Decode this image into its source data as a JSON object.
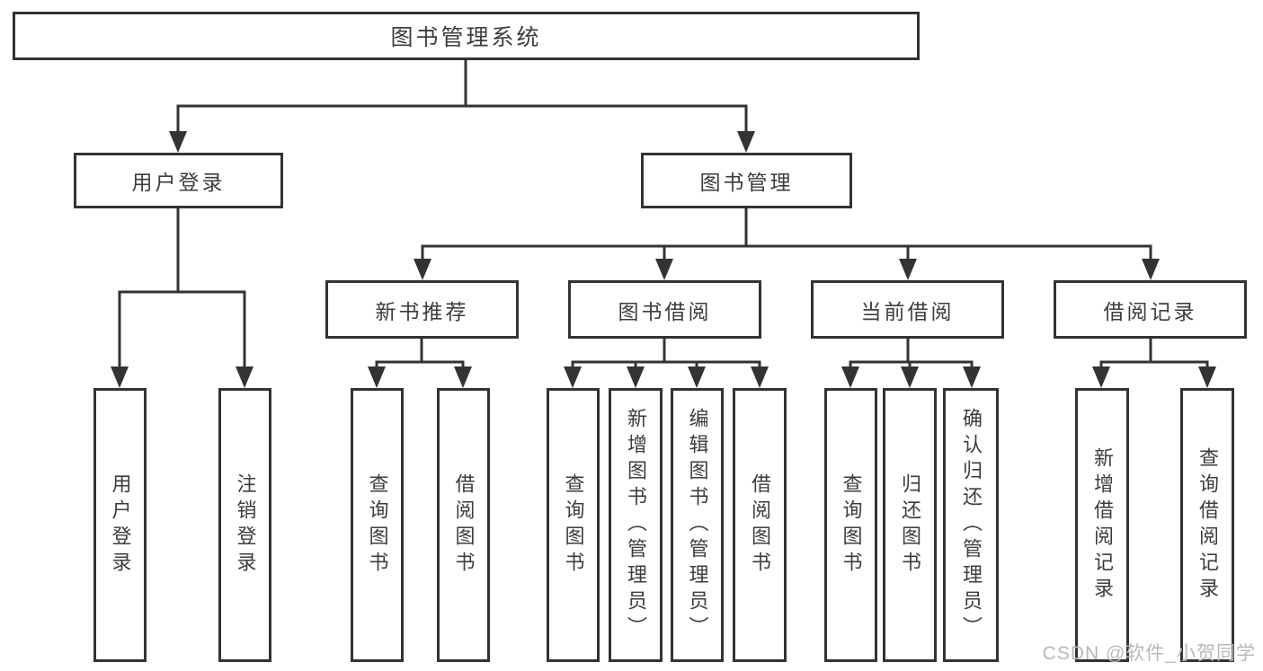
{
  "diagram": {
    "root": {
      "label": "图书管理系统"
    },
    "level1": [
      {
        "id": "user-login",
        "label": "用户登录"
      },
      {
        "id": "book-management",
        "label": "图书管理"
      }
    ],
    "level2": [
      {
        "id": "new-book-recommend",
        "label": "新书推荐"
      },
      {
        "id": "book-borrow",
        "label": "图书借阅"
      },
      {
        "id": "current-borrow",
        "label": "当前借阅"
      },
      {
        "id": "borrow-records",
        "label": "借阅记录"
      }
    ],
    "leaves": [
      {
        "group": "user-login",
        "label": "用户登录"
      },
      {
        "group": "user-login",
        "label": "注销登录"
      },
      {
        "group": "new-book-recommend",
        "label": "查询图书"
      },
      {
        "group": "new-book-recommend",
        "label": "借阅图书"
      },
      {
        "group": "book-borrow",
        "label": "查询图书"
      },
      {
        "group": "book-borrow",
        "label": "新增图书（管理员）"
      },
      {
        "group": "book-borrow",
        "label": "编辑图书（管理员）"
      },
      {
        "group": "book-borrow",
        "label": "借阅图书"
      },
      {
        "group": "current-borrow",
        "label": "查询图书"
      },
      {
        "group": "current-borrow",
        "label": "归还图书"
      },
      {
        "group": "current-borrow",
        "label": "确认归还（管理员）"
      },
      {
        "group": "borrow-records",
        "label": "新增借阅记录"
      },
      {
        "group": "borrow-records",
        "label": "查询借阅记录"
      }
    ]
  },
  "watermark": "CSDN @软件_小贺同学",
  "colors": {
    "line": "#333333",
    "text": "#3d3d3d",
    "watermark": "#b9b9b9",
    "background": "#ffffff"
  }
}
